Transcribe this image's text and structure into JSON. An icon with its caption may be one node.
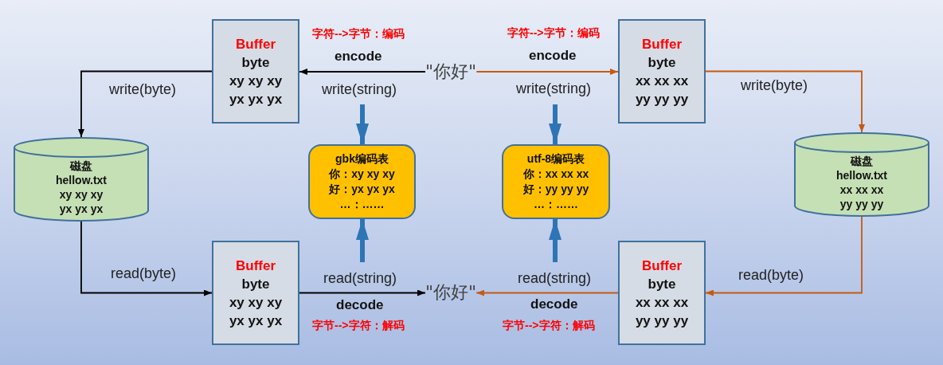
{
  "diagram": {
    "nodes": [
      {
        "text": [
          "Buffer",
          "byte",
          "xy xy xy",
          "yx yx yx"
        ]
      },
      {
        "text": [
          "\"你好\""
        ]
      },
      {
        "text": [
          "Buffer",
          "byte",
          "xx xx xx",
          "yy yy yy"
        ]
      },
      {
        "text": [
          "磁盘",
          "hellow.txt",
          "xy xy xy",
          "yx yx yx"
        ]
      },
      {
        "text": [
          "gbk编码表",
          "你：xy xy xy",
          "好：yx yx yx",
          "…：……"
        ]
      },
      {
        "text": [
          "utf-8编码表",
          "你：xx xx xx",
          "好：yy yy yy",
          "…：……"
        ]
      },
      {
        "text": [
          "磁盘",
          "hellow.txt",
          "xx xx xx",
          "yy yy yy"
        ]
      },
      {
        "text": [
          "Buffer",
          "byte",
          "xy xy xy",
          "yx yx yx"
        ]
      },
      {
        "text": [
          "\"你好\""
        ]
      },
      {
        "text": [
          "Buffer",
          "byte",
          "xx xx xx",
          "yy yy yy"
        ]
      }
    ],
    "edges": [
      {
        "from": 1,
        "to": 0,
        "arrow": "to",
        "label": "write(string)"
      },
      {
        "from": 1,
        "to": 2,
        "arrow": "to",
        "label": "write(string)",
        "color": "#c55a11"
      },
      {
        "from": 0,
        "to": 3,
        "arrow": "to",
        "label": "write(byte)"
      },
      {
        "from": 2,
        "to": 6,
        "arrow": "to",
        "label": "write(byte)",
        "color": "#c55a11"
      },
      {
        "from": 3,
        "to": 7,
        "arrow": "to",
        "label": "read(byte)"
      },
      {
        "from": 6,
        "to": 9,
        "arrow": "to",
        "label": "read(byte)",
        "color": "#c55a11"
      },
      {
        "from": 7,
        "to": 8,
        "arrow": "to",
        "label": "read(string)"
      },
      {
        "from": 9,
        "to": 8,
        "arrow": "to",
        "label": "read(string)",
        "color": "#c55a11"
      },
      {
        "from": null,
        "to": 4,
        "arrow": "to",
        "style": "thick",
        "color": "#2e75b6"
      },
      {
        "from": null,
        "to": 5,
        "arrow": "to",
        "style": "thick",
        "color": "#2e75b6"
      },
      {
        "from": null,
        "to": 4,
        "arrow": "to",
        "style": "thick",
        "color": "#2e75b6"
      },
      {
        "from": null,
        "to": 5,
        "arrow": "to",
        "style": "thick",
        "color": "#2e75b6"
      }
    ],
    "labels": [
      "字符-->字节：编码",
      "字符-->字节：编码",
      "encode",
      "encode",
      "decode",
      "decode",
      "字节-->字符：解码",
      "字节-->字符：解码"
    ]
  }
}
